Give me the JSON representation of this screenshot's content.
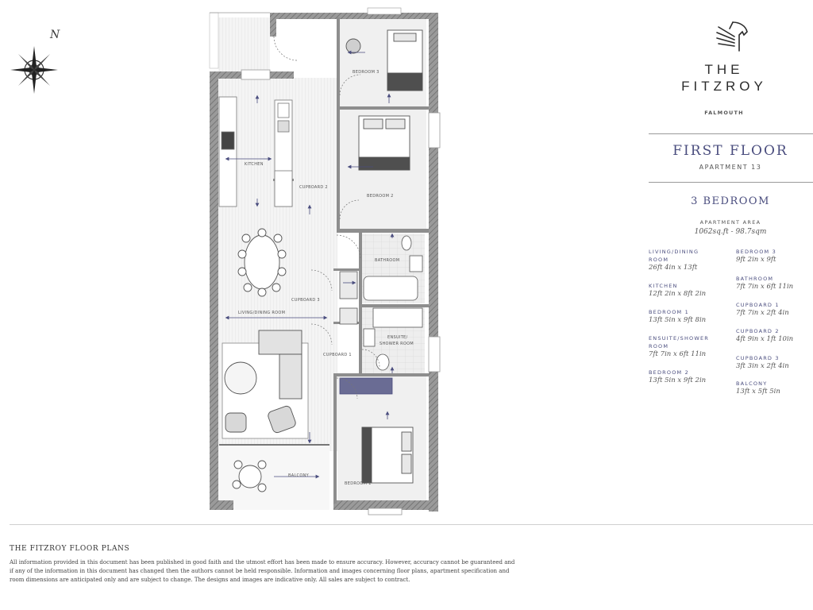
{
  "compass": {
    "north_label": "N"
  },
  "brand": {
    "line1": "THE",
    "line2": "FITZROY",
    "location": "FALMOUTH"
  },
  "header": {
    "floor_title": "FIRST FLOOR",
    "apartment": "APARTMENT 13",
    "bedrooms": "3 BEDROOM",
    "area_label": "APARTMENT AREA",
    "area_value": "1062sq.ft - 98.7sqm"
  },
  "rooms_left": [
    {
      "name": "LIVING/DINING ROOM",
      "dim": "26ft 4in x 13ft"
    },
    {
      "name": "KITCHEN",
      "dim": "12ft 2in x 8ft 2in"
    },
    {
      "name": "BEDROOM 1",
      "dim": "13ft 5in x 9ft 8in"
    },
    {
      "name": "ENSUITE/SHOWER ROOM",
      "dim": "7ft 7in x 6ft 11in"
    },
    {
      "name": "BEDROOM 2",
      "dim": "13ft 5in x 9ft 2in"
    }
  ],
  "rooms_right": [
    {
      "name": "BEDROOM 3",
      "dim": "9ft 2in x 9ft"
    },
    {
      "name": "BATHROOM",
      "dim": "7ft 7in x 6ft 11in"
    },
    {
      "name": "CUPBOARD 1",
      "dim": "7ft 7in x 2ft 4in"
    },
    {
      "name": "CUPBOARD 2",
      "dim": "4ft 9in x 1ft 10in"
    },
    {
      "name": "CUPBOARD 3",
      "dim": "3ft 3in x 2ft 4in"
    },
    {
      "name": "BALCONY",
      "dim": "13ft x 5ft 5in"
    }
  ],
  "plan_labels": {
    "bedroom3": "BEDROOM 3",
    "kitchen": "KITCHEN",
    "cupboard2": "CUPBOARD 2",
    "bedroom2": "BEDROOM 2",
    "bathroom": "BATHROOM",
    "cupboard3": "CUPBOARD 3",
    "living": "LIVING/DINING ROOM",
    "ensuite_1": "ENSUITE/",
    "ensuite_2": "SHOWER ROOM",
    "cupboard1": "CUPBOARD 1",
    "balcony": "BALCONY",
    "bedroom1": "BEDROOM 1"
  },
  "disclaimer": {
    "title": "THE FITZROY FLOOR PLANS",
    "body": "All information provided in this document has been published in good faith and the utmost effort has been made to ensure accuracy. However, accuracy cannot be guaranteed and if any of the information in this document has changed then the authors cannot be held responsible. Information and images concerning floor plans, apartment specification and room dimensions are anticipated only and are subject to change. The designs and images are indicative only. All sales are subject to contract."
  },
  "colors": {
    "accent": "#4a4d7e",
    "wall": "#8e8e8e",
    "floor": "#efefef"
  }
}
